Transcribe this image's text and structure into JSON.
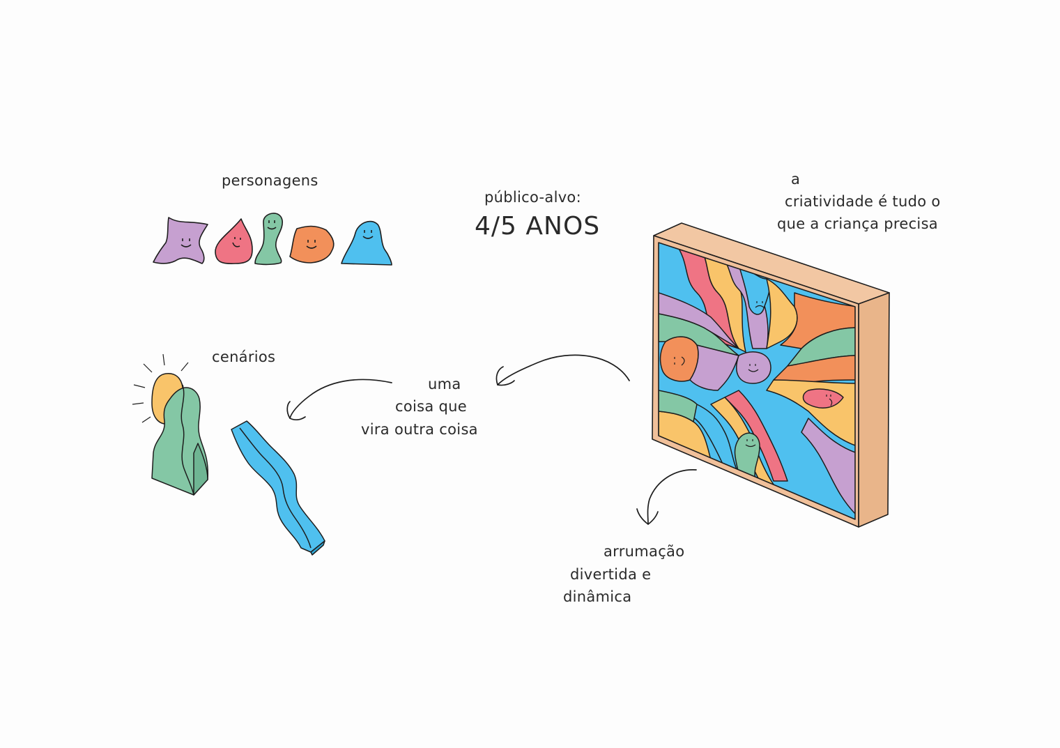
{
  "labels": {
    "personagens": "personagens",
    "publico": "público-alvo:",
    "idade": "4/5 ANOS",
    "criatividade": [
      "a",
      "criatividade é tudo o",
      "que a criança precisa"
    ],
    "cenarios": "cenários",
    "transforma": [
      "uma",
      "coisa que",
      "vira outra coisa"
    ],
    "arrumacao": [
      "arrumação",
      "divertida e",
      "dinâmica"
    ]
  },
  "palette": {
    "purple": "#c6a0d0",
    "pink": "#ef7484",
    "green": "#84c7a5",
    "orange": "#f2905a",
    "blue": "#4fc0ef",
    "yellow": "#f9c46a",
    "wood_front": "#f0c09a",
    "wood_side": "#e9b58a",
    "ink": "#1d1d1d"
  },
  "characters": [
    "purple-blob",
    "pink-drop",
    "green-ghost",
    "orange-pentagon",
    "blue-ghost"
  ]
}
